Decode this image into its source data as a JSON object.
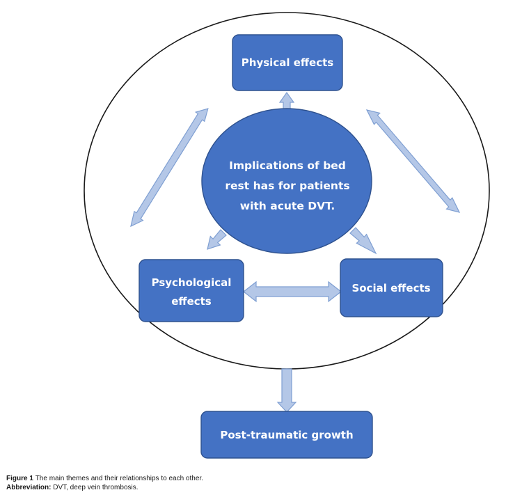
{
  "diagram": {
    "colors": {
      "box_fill": "#4472C4",
      "box_stroke": "#2F528F",
      "arrow_fill": "#B4C7E7",
      "arrow_stroke": "#7F9FD2",
      "circle_stroke": "#1a1a1a"
    },
    "center": {
      "line1": "Implications of bed",
      "line2": "rest has for patients",
      "line3": "with acute DVT."
    },
    "physical": {
      "label": "Physical effects"
    },
    "psychological": {
      "line1": "Psychological",
      "line2": "effects"
    },
    "social": {
      "label": "Social effects"
    },
    "growth": {
      "label": "Post-traumatic growth"
    }
  },
  "caption": {
    "figure_label": "Figure 1",
    "figure_text": "The main themes and their relationships to each other.",
    "abbrev_label": "Abbreviation:",
    "abbrev_text": "DVT, deep vein thrombosis."
  }
}
